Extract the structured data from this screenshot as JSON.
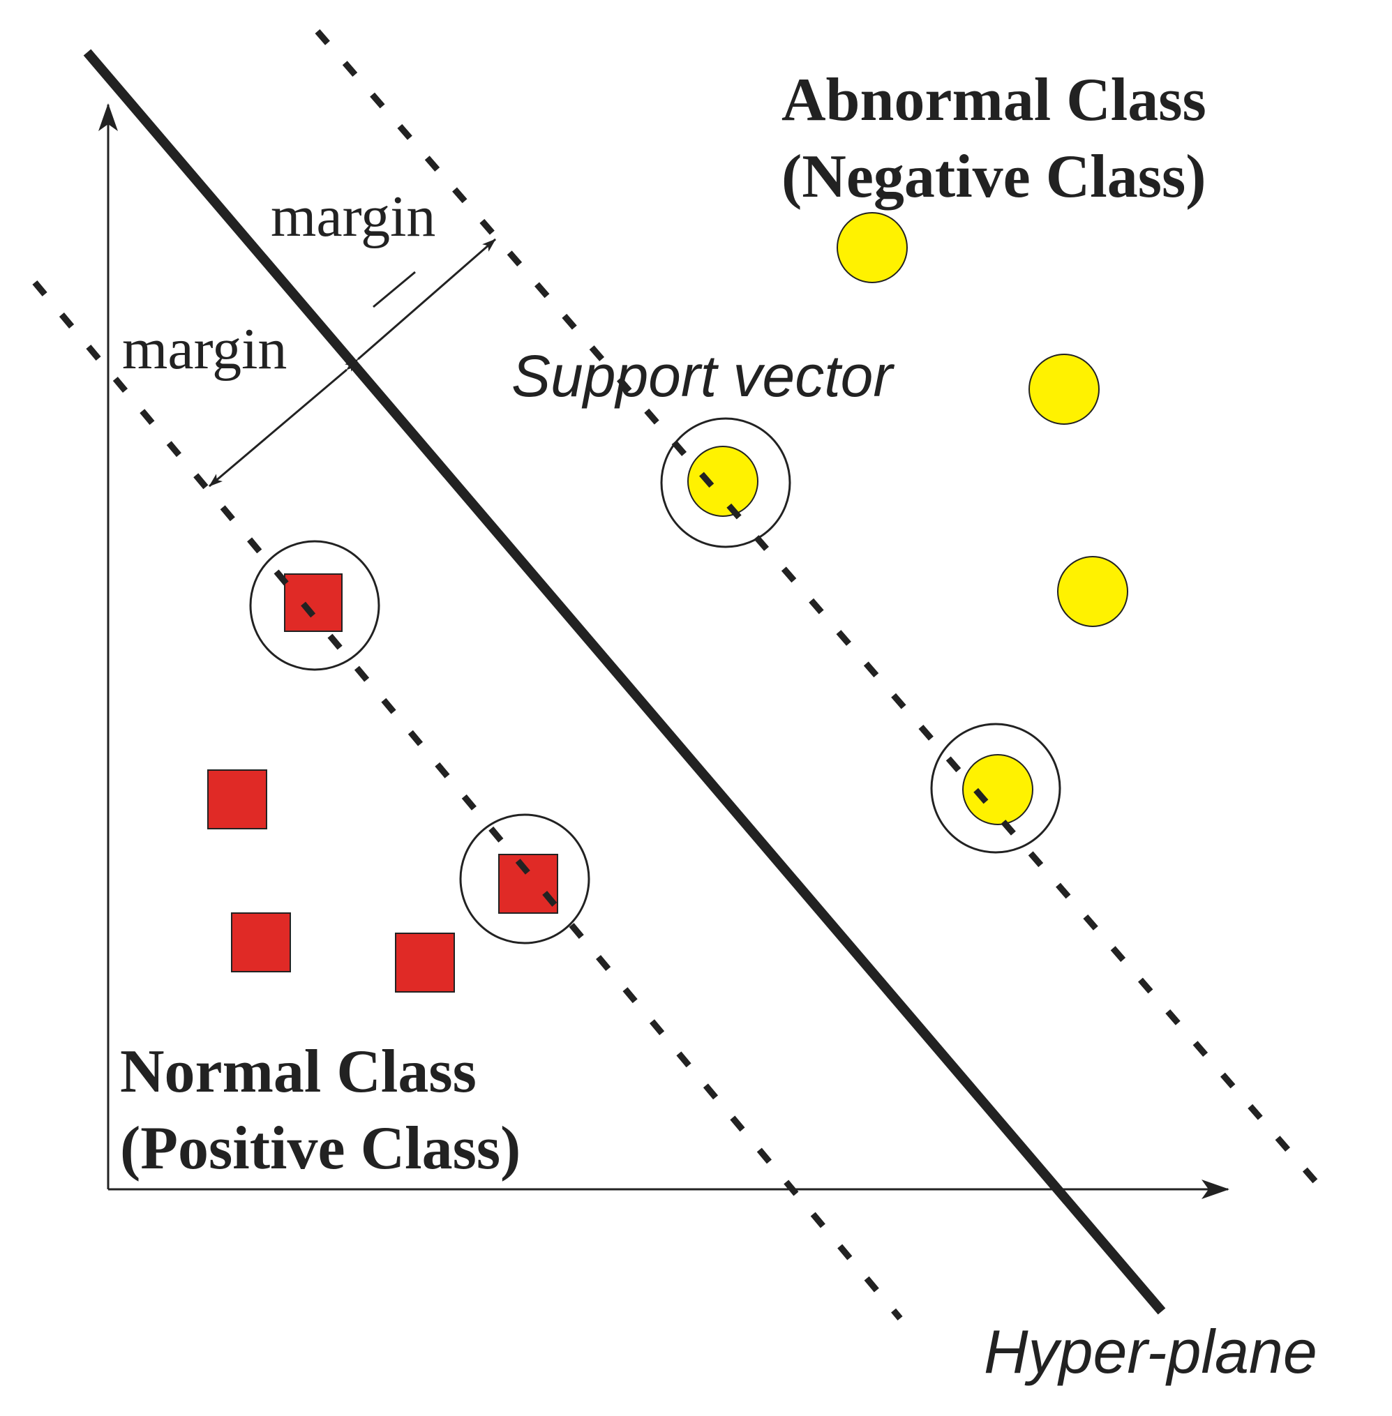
{
  "labels": {
    "abnormal_line1": "Abnormal Class",
    "abnormal_line2": "(Negative Class)",
    "normal_line1": "Normal Class",
    "normal_line2": "(Positive Class)",
    "margin_upper": "margin",
    "margin_lower": "margin",
    "support_vector": "Support vector",
    "hyperplane": "Hyper-plane"
  },
  "colors": {
    "negative_point": "#FFF200",
    "positive_point": "#E02A26",
    "ink": "#222222"
  },
  "icons": {
    "negative_point": "yellow-circle-icon",
    "positive_point": "red-square-icon",
    "support_vector_marker": "ring-icon"
  }
}
